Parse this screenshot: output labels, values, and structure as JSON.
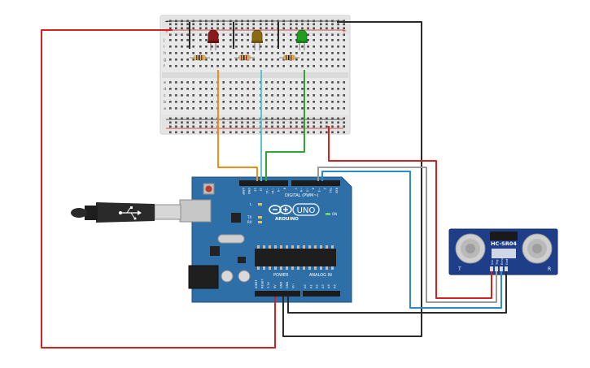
{
  "circuit": {
    "breadboard": {
      "row_letters_top": [
        "j",
        "i",
        "h",
        "g",
        "f"
      ],
      "row_letters_bottom": [
        "e",
        "d",
        "c",
        "b",
        "a"
      ],
      "plus_sign": "+",
      "minus_sign": "−"
    },
    "arduino": {
      "brand": "ARDUINO",
      "model": "UNO",
      "digital_label": "DIGITAL (PWM~)",
      "power_label": "POWER",
      "analog_label": "ANALOG IN",
      "tx_label": "TX",
      "rx_label": "RX",
      "l_label": "L",
      "on_label": "ON",
      "digital_pins": [
        "AREF",
        "GND",
        "13",
        "12",
        "~11",
        "~10",
        "~9",
        "8",
        "7",
        "~6",
        "~5",
        "4",
        "~3",
        "2",
        "TX1",
        "RX0"
      ],
      "power_pins": [
        "IOREF",
        "RESET",
        "3.3V",
        "5V",
        "GND",
        "GND",
        "Vin"
      ],
      "analog_pins": [
        "A0",
        "A1",
        "A2",
        "A3",
        "A4",
        "A5"
      ]
    },
    "sensor": {
      "model": "HC-SR04",
      "pins": [
        "Vcc",
        "Trig",
        "Echo",
        "Gnd"
      ],
      "t_mark": "T",
      "r_mark": "R"
    },
    "leds": [
      {
        "name": "red-led",
        "color": "#8b1a1a"
      },
      {
        "name": "yellow-led",
        "color": "#8a6a12"
      },
      {
        "name": "green-led",
        "color": "#1f9e1f"
      }
    ],
    "wire_colors": {
      "power": "#d32020",
      "ground": "#2a2a2a",
      "led_red": "#f08c18",
      "led_yellow": "#5fc3d6",
      "led_green": "#2fa62f",
      "trig": "#9a9a9a",
      "echo": "#2a8fc0"
    }
  }
}
